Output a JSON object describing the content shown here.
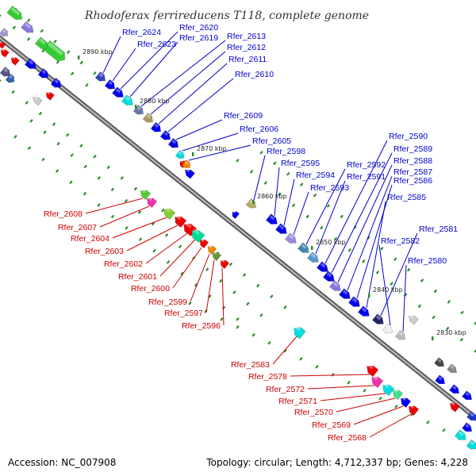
{
  "title": "Rhodoferax ferrireducens T118, complete genome",
  "footer": {
    "accession": "Accession: NC_007908",
    "summary": "Topology: circular; Length: 4,712,337 bp; Genes: 4,228"
  },
  "colors": {
    "forward_label": "#0000cc",
    "reverse_label": "#cc0000",
    "forward_gene": "#0000ee",
    "reverse_gene": "#ee0000",
    "backbone": "#777777",
    "tick": "#2a8a2a"
  },
  "ticks": [
    "2890 kbp",
    "2880 kbp",
    "2870 kbp",
    "2860 kbp",
    "2850 kbp",
    "2840 kbp",
    "2830 kbp"
  ],
  "forward_genes": [
    "Rfer_2624",
    "Rfer_2623",
    "Rfer_2620",
    "Rfer_2619",
    "Rfer_2613",
    "Rfer_2612",
    "Rfer_2611",
    "Rfer_2610",
    "Rfer_2609",
    "Rfer_2606",
    "Rfer_2605",
    "Rfer_2598",
    "Rfer_2595",
    "Rfer_2594",
    "Rfer_2593",
    "Rfer_2592",
    "Rfer_2591",
    "Rfer_2590",
    "Rfer_2589",
    "Rfer_2588",
    "Rfer_2587",
    "Rfer_2586",
    "Rfer_2585",
    "Rfer_2581",
    "Rfer_2582",
    "Rfer_2580"
  ],
  "reverse_genes": [
    "Rfer_2608",
    "Rfer_2607",
    "Rfer_2604",
    "Rfer_2603",
    "Rfer_2602",
    "Rfer_2601",
    "Rfer_2600",
    "Rfer_2599",
    "Rfer_2597",
    "Rfer_2596",
    "Rfer_2583",
    "Rfer_2578",
    "Rfer_2572",
    "Rfer_2571",
    "Rfer_2570",
    "Rfer_2569",
    "Rfer_2568"
  ]
}
